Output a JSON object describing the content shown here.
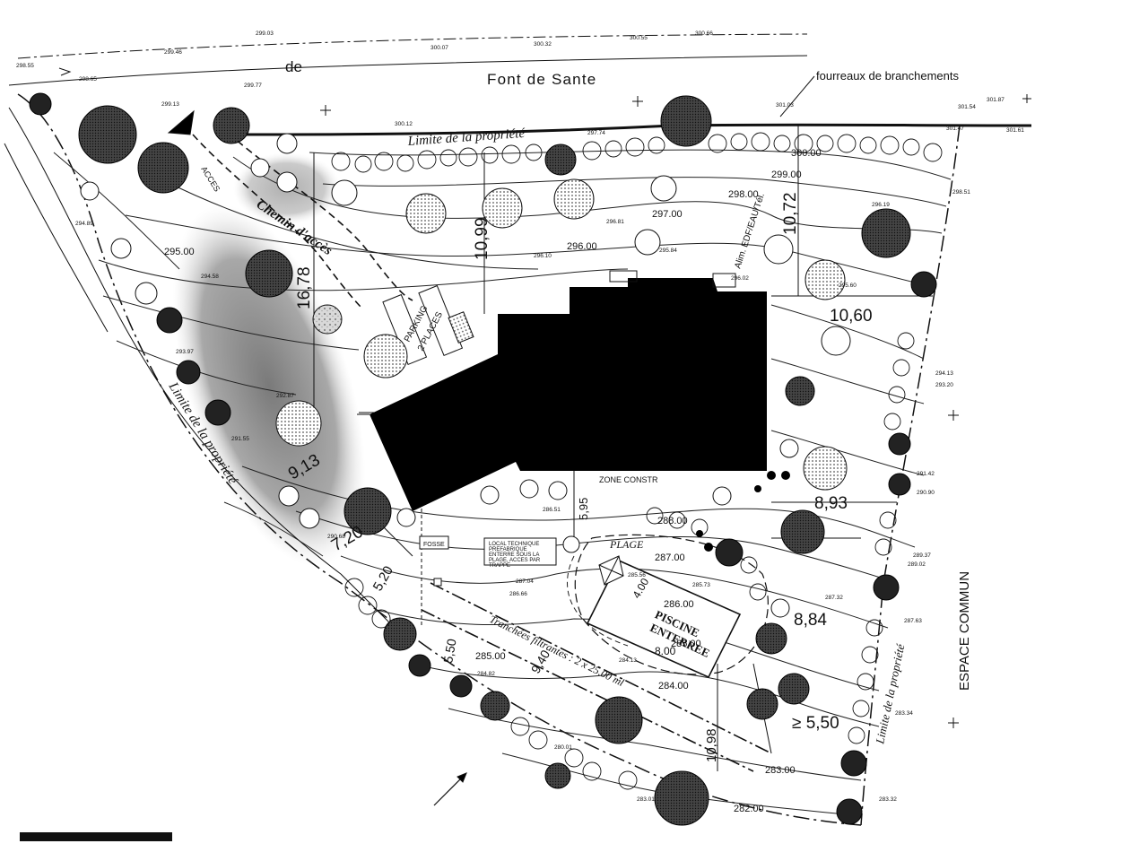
{
  "road": {
    "name_part1": "de",
    "name_part2": "Font de Sante"
  },
  "annotations": {
    "fourreaux": "fourreaux de branchements",
    "limite_top": "Limite de la propriété",
    "limite_left": "Limite de la propriété",
    "limite_right": "Limite de la propriété",
    "chemin": "Chemin d'accès",
    "acces": "ACCES",
    "parking": "PARKING",
    "parking2": "2 PLACES",
    "zone_constr": "ZONE CONSTR",
    "plage": "PLAGE",
    "piscine1": "PISCINE",
    "piscine2": "ENTERREE",
    "fosse": "FOSSE",
    "local1": "LOCAL TECHNIQUE",
    "local2": "PREFABRIQUE",
    "local3": "ENTERRE SOUS LA",
    "local4": "PLAGE, ACCES PAR",
    "local5": "TRAPPE",
    "tranchees": "Tranchées filtrantes : 2 x 25.00 ml",
    "alim": "Alim. EDF/EAU/Tél.",
    "espace": "ESPACE COMMUN"
  },
  "dimensions": {
    "d1678": "16,78",
    "d1099": "10,99",
    "d1072": "10,72",
    "d1060": "10,60",
    "d913": "9,13",
    "d720": "7,20",
    "d520": "5,20",
    "d550": "5,50",
    "d940": "9,40",
    "d595": "5,95",
    "d893": "8,93",
    "d884": "8,84",
    "d550b": "≥ 5,50",
    "d1098": "10,98",
    "d800": "8.00",
    "d400": "4.00"
  },
  "contours": {
    "c30000": "300.00",
    "c29900": "299.00",
    "c29800": "298.00",
    "c29700": "297.00",
    "c29600": "296.00",
    "c29500": "295.00",
    "c28800": "288.00",
    "c28700": "287.00",
    "c28600": "286.00",
    "c28500a": "285.00",
    "c28500b": "285.00",
    "c28400": "284.00",
    "c28300": "283.00",
    "c28200": "282.00"
  },
  "spot_heights": {
    "s1": "299.03",
    "s2": "300.07",
    "s3": "300.32",
    "s4": "300.55",
    "s5": "300.66",
    "s6": "299.46",
    "s7": "298.55",
    "s8": "298.65",
    "s9": "299.77",
    "s10": "299.13",
    "s11": "301.87",
    "s12": "301.54",
    "s13": "301.61",
    "s14": "301.03",
    "s15": "301.47",
    "s16": "300.12",
    "s17": "298.51",
    "s18": "296.19",
    "s19": "295.60",
    "s20": "294.13",
    "s21": "293.20",
    "s22": "291.42",
    "s23": "290.90",
    "s24": "289.37",
    "s25": "289.02",
    "s26": "287.32",
    "s27": "287.63",
    "s28": "283.34",
    "s29": "283.32",
    "s30": "294.58",
    "s31": "294.89",
    "s32": "293.97",
    "s33": "292.87",
    "s34": "291.55",
    "s35": "290.68",
    "s36": "285.56",
    "s37": "285.73",
    "s38": "284.13",
    "s39": "284.82",
    "s40": "280.01",
    "s41": "296.10",
    "s42": "296.81",
    "s43": "295.84",
    "s44": "297.74",
    "s45": "296.02",
    "s46": "286.51",
    "s47": "287.04",
    "s48": "286.66",
    "s49": "283.01"
  }
}
